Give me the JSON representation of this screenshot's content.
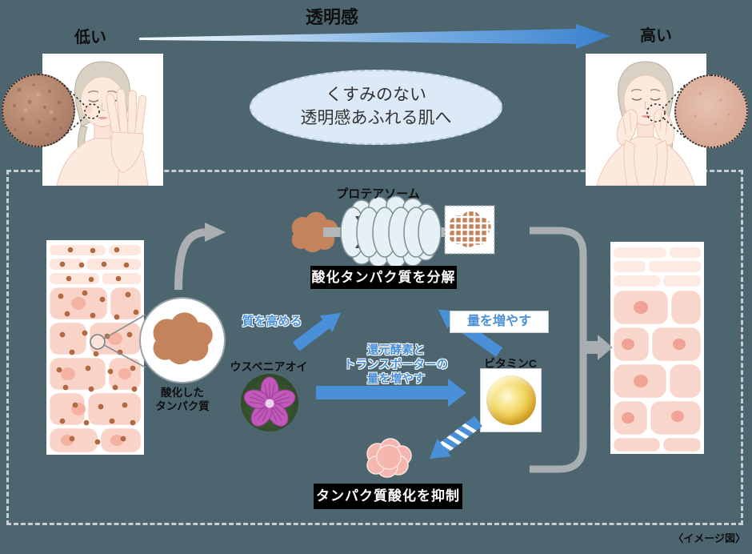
{
  "colors": {
    "background": "#4d656e",
    "accent_blue": "#4a90d8",
    "caption_box": "#000000",
    "bubble_fill": "#dce9f6",
    "protein_brown": "#c5835c",
    "protein_pink": "#f5b6ae"
  },
  "header": {
    "axis_title": "透明感",
    "low_label": "低い",
    "high_label": "高い",
    "bubble": {
      "line1": "くすみのない",
      "line2": "透明感あふれる肌へ"
    }
  },
  "process": {
    "proteasome_label": "プロテアソーム",
    "decompose_caption": "酸化タンパク質を分解",
    "oxidized_protein": {
      "line1": "酸化した",
      "line2": "タンパク質"
    },
    "improve_quality_label": "質を高める",
    "increase_amount_label": "量を増やす",
    "transporter_note": {
      "line1": "還元酵素と",
      "line2": "トランスポーターの",
      "line3": "量を増やす"
    },
    "mallow_label": "ウスベニアオイ",
    "vitamin_c_label": "ビタミンC",
    "inhibit_caption": "タンパク質酸化を抑制"
  },
  "footer": {
    "note": "〈イメージ図〉"
  }
}
